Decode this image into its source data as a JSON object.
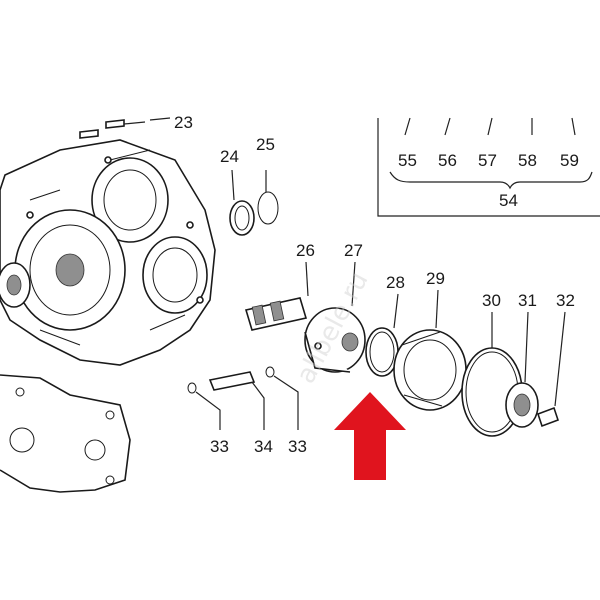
{
  "callouts": {
    "c23": "23",
    "c24": "24",
    "c25": "25",
    "c26": "26",
    "c27": "27",
    "c28": "28",
    "c29": "29",
    "c30": "30",
    "c31": "31",
    "c32": "32",
    "c33a": "33",
    "c34": "34",
    "c33b": "33",
    "c54": "54",
    "c55": "55",
    "c56": "56",
    "c57": "57",
    "c58": "58",
    "c59": "59"
  },
  "watermark": "allbele.ru",
  "colors": {
    "arrow": "#e0141e",
    "line": "#1a1a1a",
    "shade": "#8f8f8f"
  },
  "icons": {
    "arrow": "arrow-up-icon"
  }
}
